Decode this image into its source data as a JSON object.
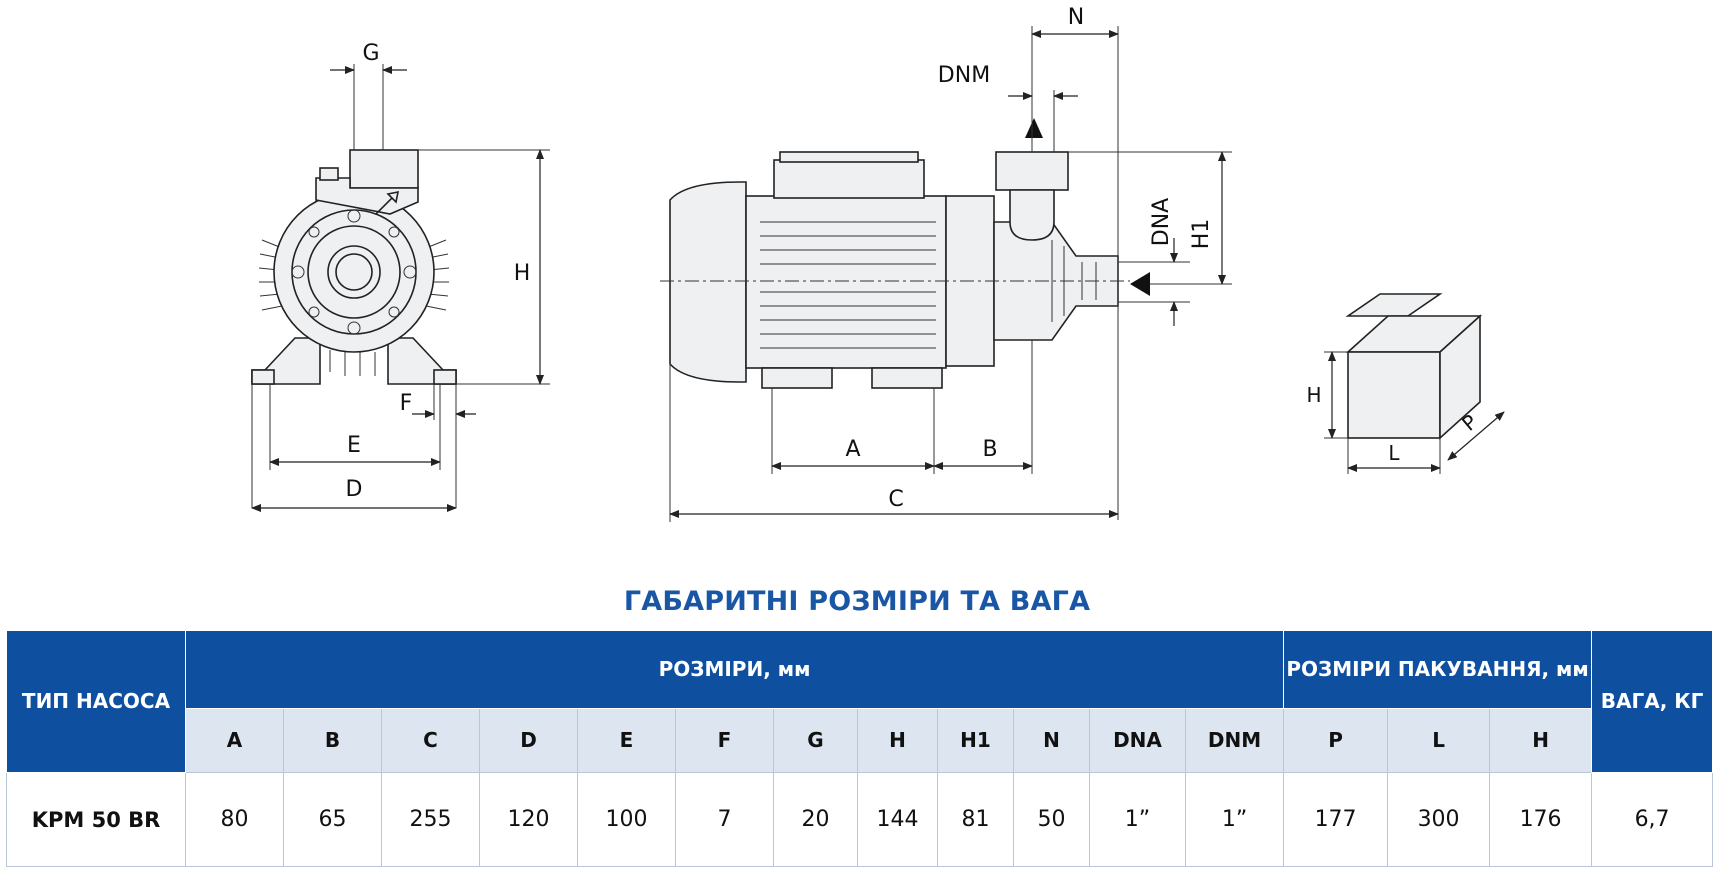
{
  "drawing_labels": {
    "front": {
      "g": "G",
      "h": "H",
      "f": "F",
      "e": "E",
      "d": "D"
    },
    "side": {
      "n": "N",
      "dnm": "DNM",
      "dna": "DNA",
      "h1": "H1",
      "a": "A",
      "b": "B",
      "c": "C"
    },
    "package": {
      "h": "H",
      "p": "P",
      "l": "L"
    }
  },
  "table": {
    "title": "ГАБАРИТНІ РОЗМІРИ ТА ВАГА",
    "group_headers": {
      "pump_type": "ТИП НАСОСА",
      "dimensions": "РОЗМІРИ, мм",
      "packaging": "РОЗМІРИ ПАКУВАННЯ, мм",
      "weight": "ВАГА, КГ"
    },
    "dimension_columns": [
      "A",
      "B",
      "C",
      "D",
      "E",
      "F",
      "G",
      "H",
      "H1",
      "N",
      "DNA",
      "DNM"
    ],
    "packaging_columns": [
      "P",
      "L",
      "H"
    ],
    "rows": [
      {
        "name": "KPM 50 BR",
        "dimensions": [
          "80",
          "65",
          "255",
          "120",
          "100",
          "7",
          "20",
          "144",
          "81",
          "50",
          "1”",
          "1”"
        ],
        "packaging": [
          "177",
          "300",
          "176"
        ],
        "weight": "6,7"
      }
    ]
  }
}
